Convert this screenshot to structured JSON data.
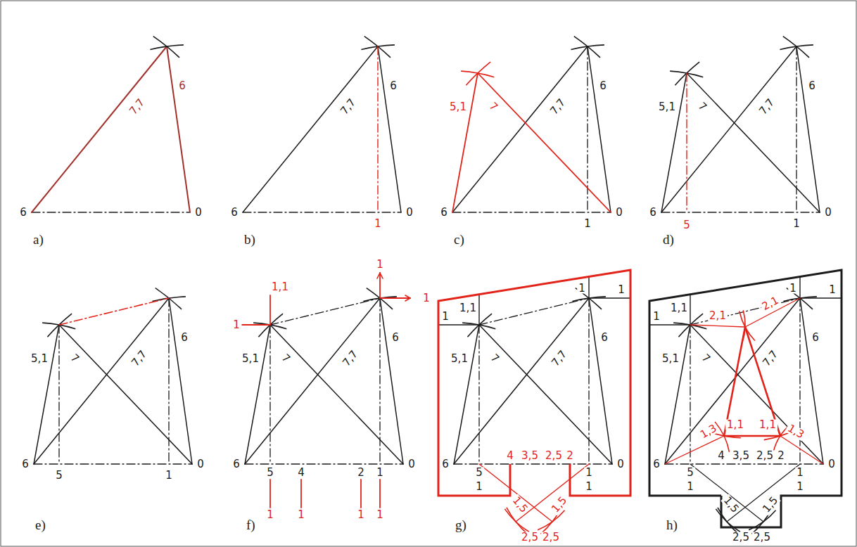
{
  "diagram": {
    "labels": [
      "a)",
      "7,7",
      "6",
      "6",
      "0",
      "b)",
      "7,7",
      "6",
      "6",
      "0",
      "1",
      "c)",
      "5,1",
      "7",
      "7,7",
      "6",
      "6",
      "0",
      "1",
      "d)",
      "5,1",
      "7",
      "7,7",
      "6",
      "6",
      "0",
      "1",
      "5",
      "e)",
      "5,1",
      "7",
      "7,7",
      "6",
      "6",
      "5",
      "1",
      "0",
      "f)",
      "1,1",
      "1",
      "1",
      "1",
      "5,1",
      "7",
      "7,7",
      "6",
      "6",
      "5",
      "4",
      "2",
      "1",
      "0",
      "1",
      "1",
      "1",
      "1",
      "g)",
      "1,1",
      "1",
      "1",
      "1",
      "5,1",
      "7",
      "7,7",
      "6",
      "6",
      "5",
      "4",
      "3,5",
      "2,5",
      "2",
      "1",
      "0",
      "1",
      "1",
      "1,5",
      "2,5",
      "2,5",
      "1,5",
      "h)",
      "1,1",
      "1",
      "1",
      "1",
      "5,1",
      "7",
      "7,7",
      "6",
      "2,1",
      "2,1",
      "1,3",
      "1,1",
      "1,1",
      "1,3",
      "6",
      "5",
      "4",
      "3,5",
      "2,5",
      "2",
      "1",
      "0",
      "1",
      "1",
      "1,5",
      "2,5",
      "2,5",
      "1,5"
    ]
  }
}
